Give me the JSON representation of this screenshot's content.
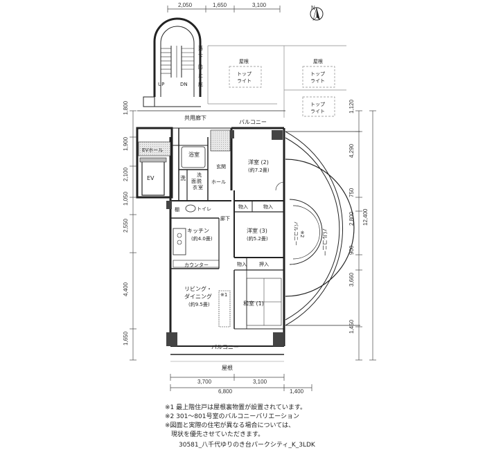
{
  "compass": {
    "label": "N"
  },
  "dims": {
    "top": [
      "2,050",
      "1,650",
      "3,100"
    ],
    "bottom": [
      "3,700",
      "3,100"
    ],
    "bottom_total": "6,800",
    "bottom_right": "1,400",
    "left": [
      "1,800",
      "1,900",
      "2,100",
      "1,050",
      "2,550",
      "4,400",
      "1,650"
    ],
    "right": [
      "1,120",
      "4,290",
      "750",
      "2,800",
      "900",
      "3,660",
      "1,450"
    ],
    "right_total": "12,400"
  },
  "rooms": {
    "stair_up": "UP",
    "stair_dn": "DN",
    "fall_guard_1": "落",
    "fall_guard_2": "下",
    "fall_guard_3": "防",
    "fall_guard_4": "止",
    "fall_guard_5": "庇",
    "roof_1": "屋根",
    "roof_2": "屋根",
    "roof_bottom": "屋根",
    "toplight_a_1": "トップ",
    "toplight_a_2": "ライト",
    "toplight_b_1": "トップ",
    "toplight_b_2": "ライト",
    "toplight_c_1": "トップ",
    "toplight_c_2": "ライト",
    "corridor": "共用廊下",
    "balcony_top": "バルコニー",
    "ev_hall": "EVホール",
    "ev": "EV",
    "bath": "浴室",
    "wash": "洗",
    "washroom_1": "洗",
    "washroom_2": "面",
    "washroom_3": "脱",
    "washroom_4": "衣",
    "washroom_5": "室",
    "entrance": "玄関",
    "hall": "ホール",
    "western2": "洋室 (2)",
    "western2_size": "(約7.2畳)",
    "storage_a": "物入",
    "storage_b": "物入",
    "shelf": "棚",
    "toilet": "トイレ",
    "corridor2": "廊下",
    "kitchen": "キッチン",
    "kitchen_size": "(約4.0畳)",
    "western3": "洋室 (3)",
    "western3_size": "(約5.2畳)",
    "counter": "カウンター",
    "storage_c": "物入",
    "closet": "押入",
    "living_1": "リビング・",
    "living_2": "ダイニング",
    "living_size": "(約9.5畳)",
    "note_mark1": "※1",
    "japanese": "和室 (1)",
    "balcony_bottom": "バルコニー",
    "balcony_small": "バルコニー",
    "balcony_mark2": "※2",
    "balcony_big": "バルコニー"
  },
  "notes": [
    "※1 最上階住戸は屋根裏物置が設置されています。",
    "※2 301〜801号室のバルコニーバリエーション",
    "※図面と実際の住宅が異なる場合については、",
    "　現状を優先させていただきます。"
  ],
  "plan_code": "30581_八千代ゆりのき台パークシティ_K_3LDK"
}
